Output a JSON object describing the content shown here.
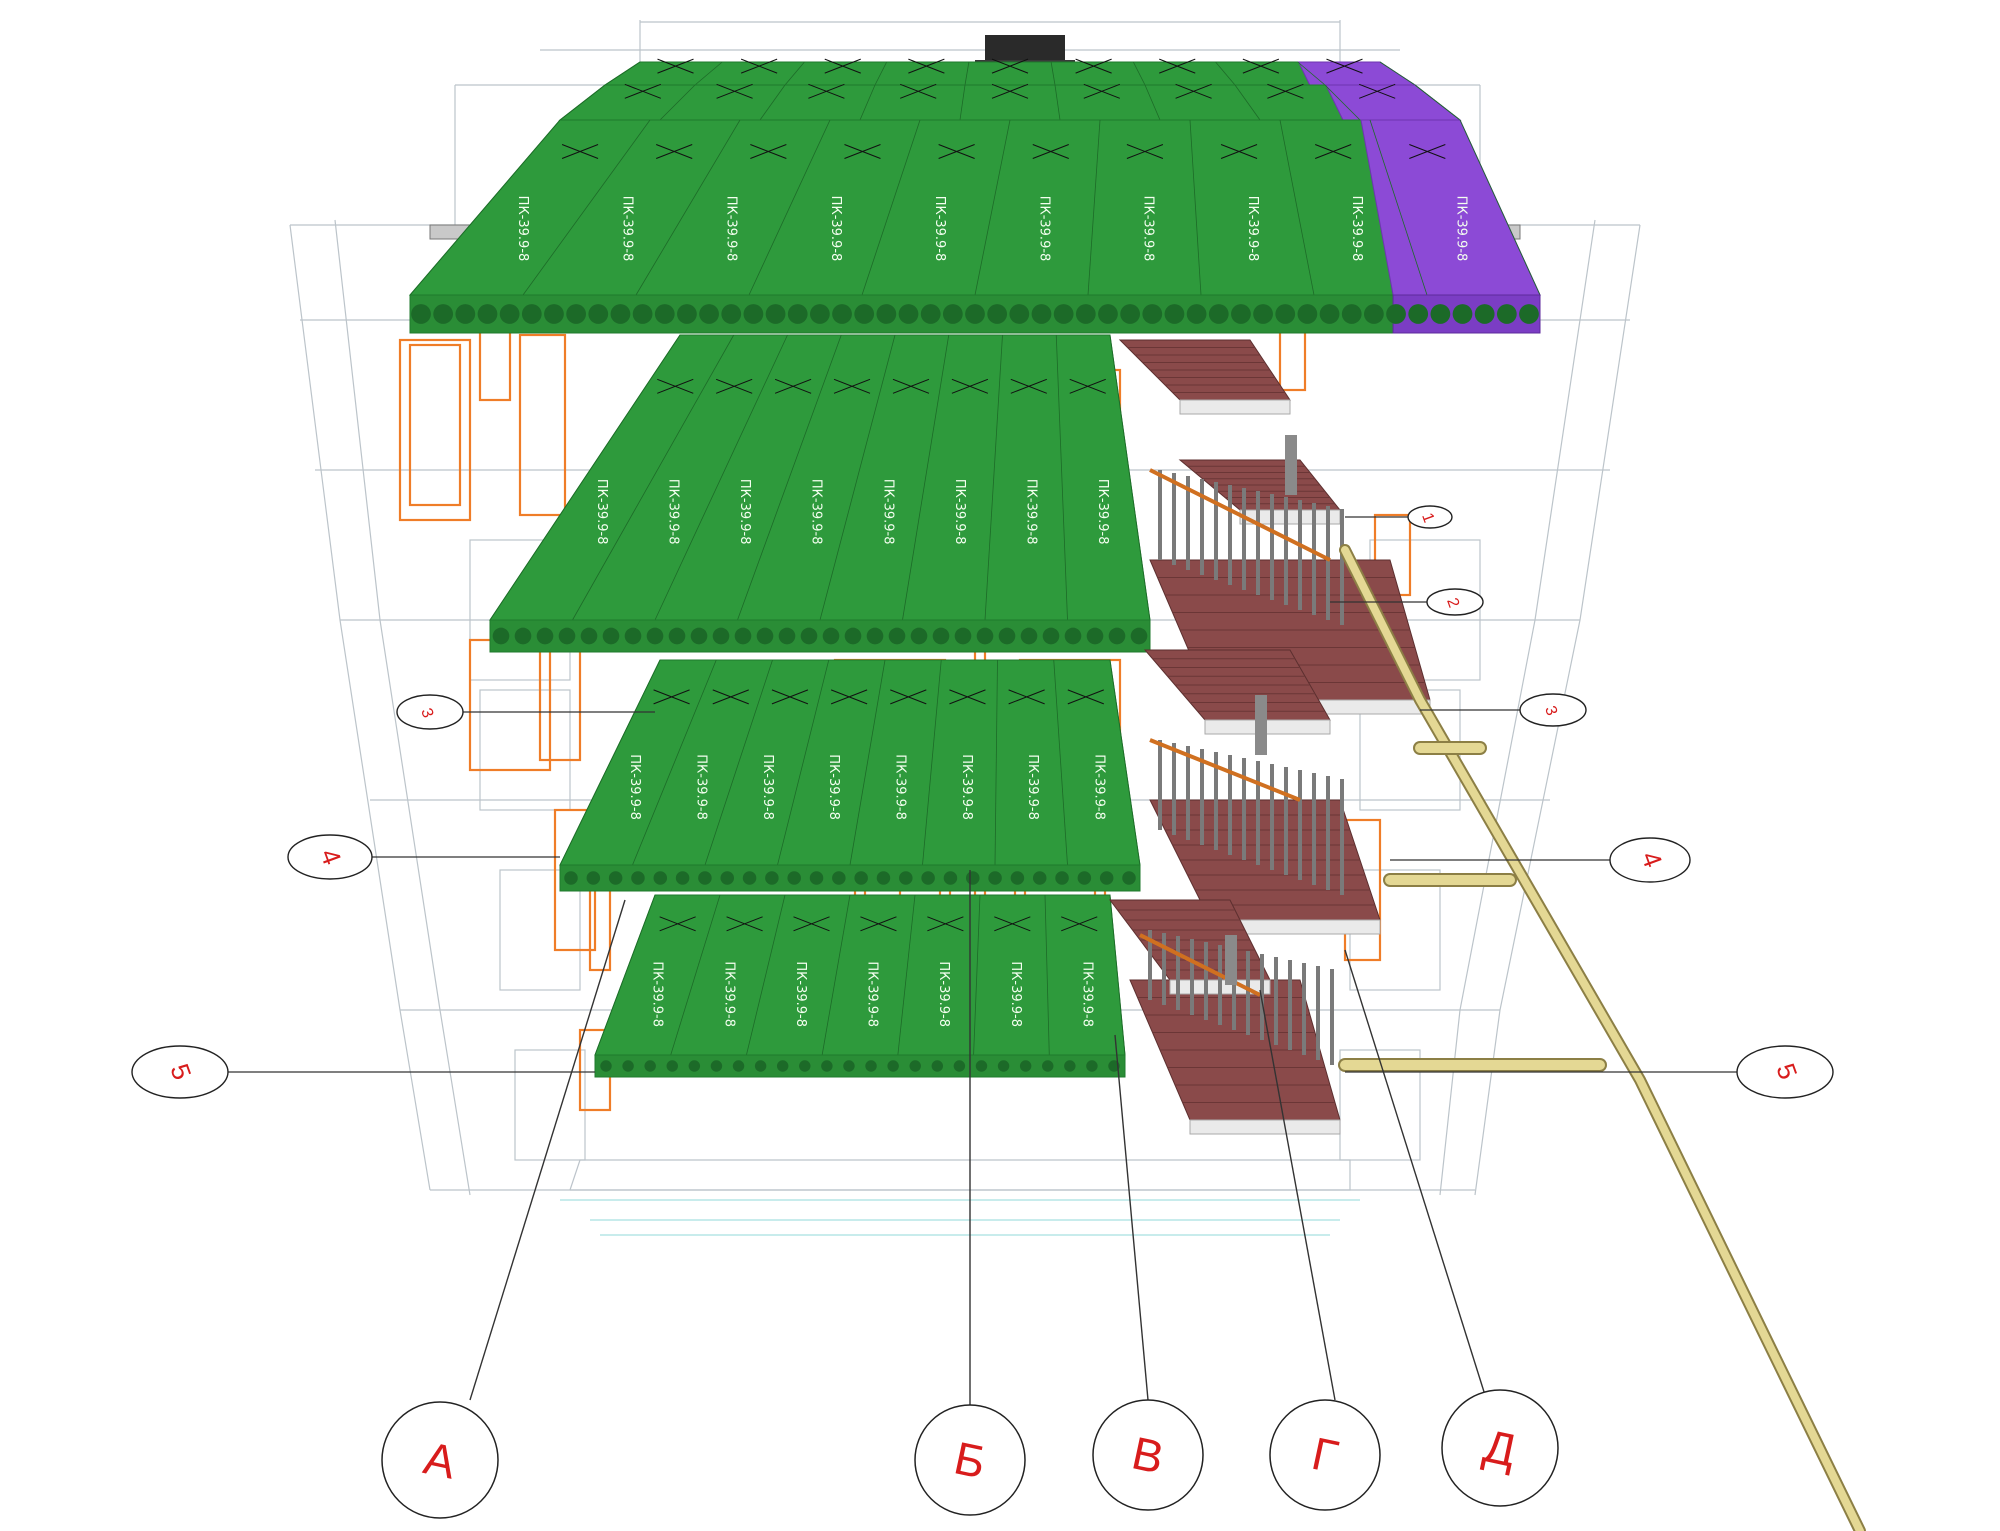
{
  "colors": {
    "slab": "#2e9a3c",
    "slab_edge": "#1f7a2c",
    "slab_hole": "#1c6a28",
    "roof_special": "#8c4ad6",
    "opening": "#ef7d28",
    "frame": "#b8c2c8",
    "pipe": "#d9cc86",
    "stair": "#8a4a4a",
    "axis_text": "#d81c1c",
    "leader": "#333333",
    "vent": "#2a2a2a"
  },
  "slab_mark": "ПК-39.9-8",
  "axes_letters": [
    "А",
    "Б",
    "В",
    "Г",
    "Д"
  ],
  "axes_numbers_large": [
    "3",
    "4",
    "5"
  ],
  "axes_numbers_right": [
    "1",
    "2",
    "3",
    "4",
    "5"
  ]
}
